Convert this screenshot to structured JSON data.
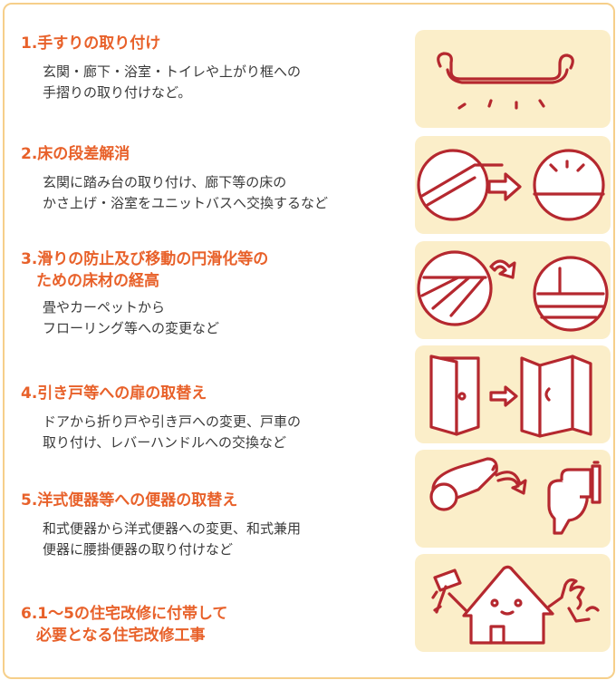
{
  "items": [
    {
      "title": "1.手すりの取り付け",
      "desc": [
        "玄関・廊下・浴室・トイレや上がり框への",
        "手摺りの取り付けなど。"
      ],
      "icon": "handrail-icon"
    },
    {
      "title": "2.床の段差解消",
      "desc": [
        "玄関に踏み台の取り付け、廊下等の床の",
        "かさ上げ・浴室をユニットバスへ交換するなど"
      ],
      "icon": "floor-step-icon"
    },
    {
      "title_lines": [
        "3.滑りの防止及び移動の円滑化等の",
        "　ための床材の経高"
      ],
      "desc": [
        "畳やカーペットから",
        "フローリング等への変更など"
      ],
      "icon": "flooring-icon"
    },
    {
      "title": "4.引き戸等への扉の取替え",
      "desc": [
        "ドアから折り戸や引き戸への変更、戸車の",
        "取り付け、レバーハンドルへの交換など"
      ],
      "icon": "door-icon"
    },
    {
      "title": "5.洋式便器等への便器の取替え",
      "desc": [
        "和式便器から洋式便器への変更、和式兼用",
        "便器に腰掛便器の取り付けなど"
      ],
      "icon": "toilet-icon"
    },
    {
      "title_lines": [
        "6.1〜5の住宅改修に付帯して",
        "　必要となる住宅改修工事"
      ],
      "icon": "house-repair-icon"
    }
  ],
  "colors": {
    "title": "#e8612a",
    "text": "#3a3a3a",
    "icon_bg": "#fbeec9",
    "icon_stroke": "#b5282f",
    "border": "#f6cf8a"
  }
}
